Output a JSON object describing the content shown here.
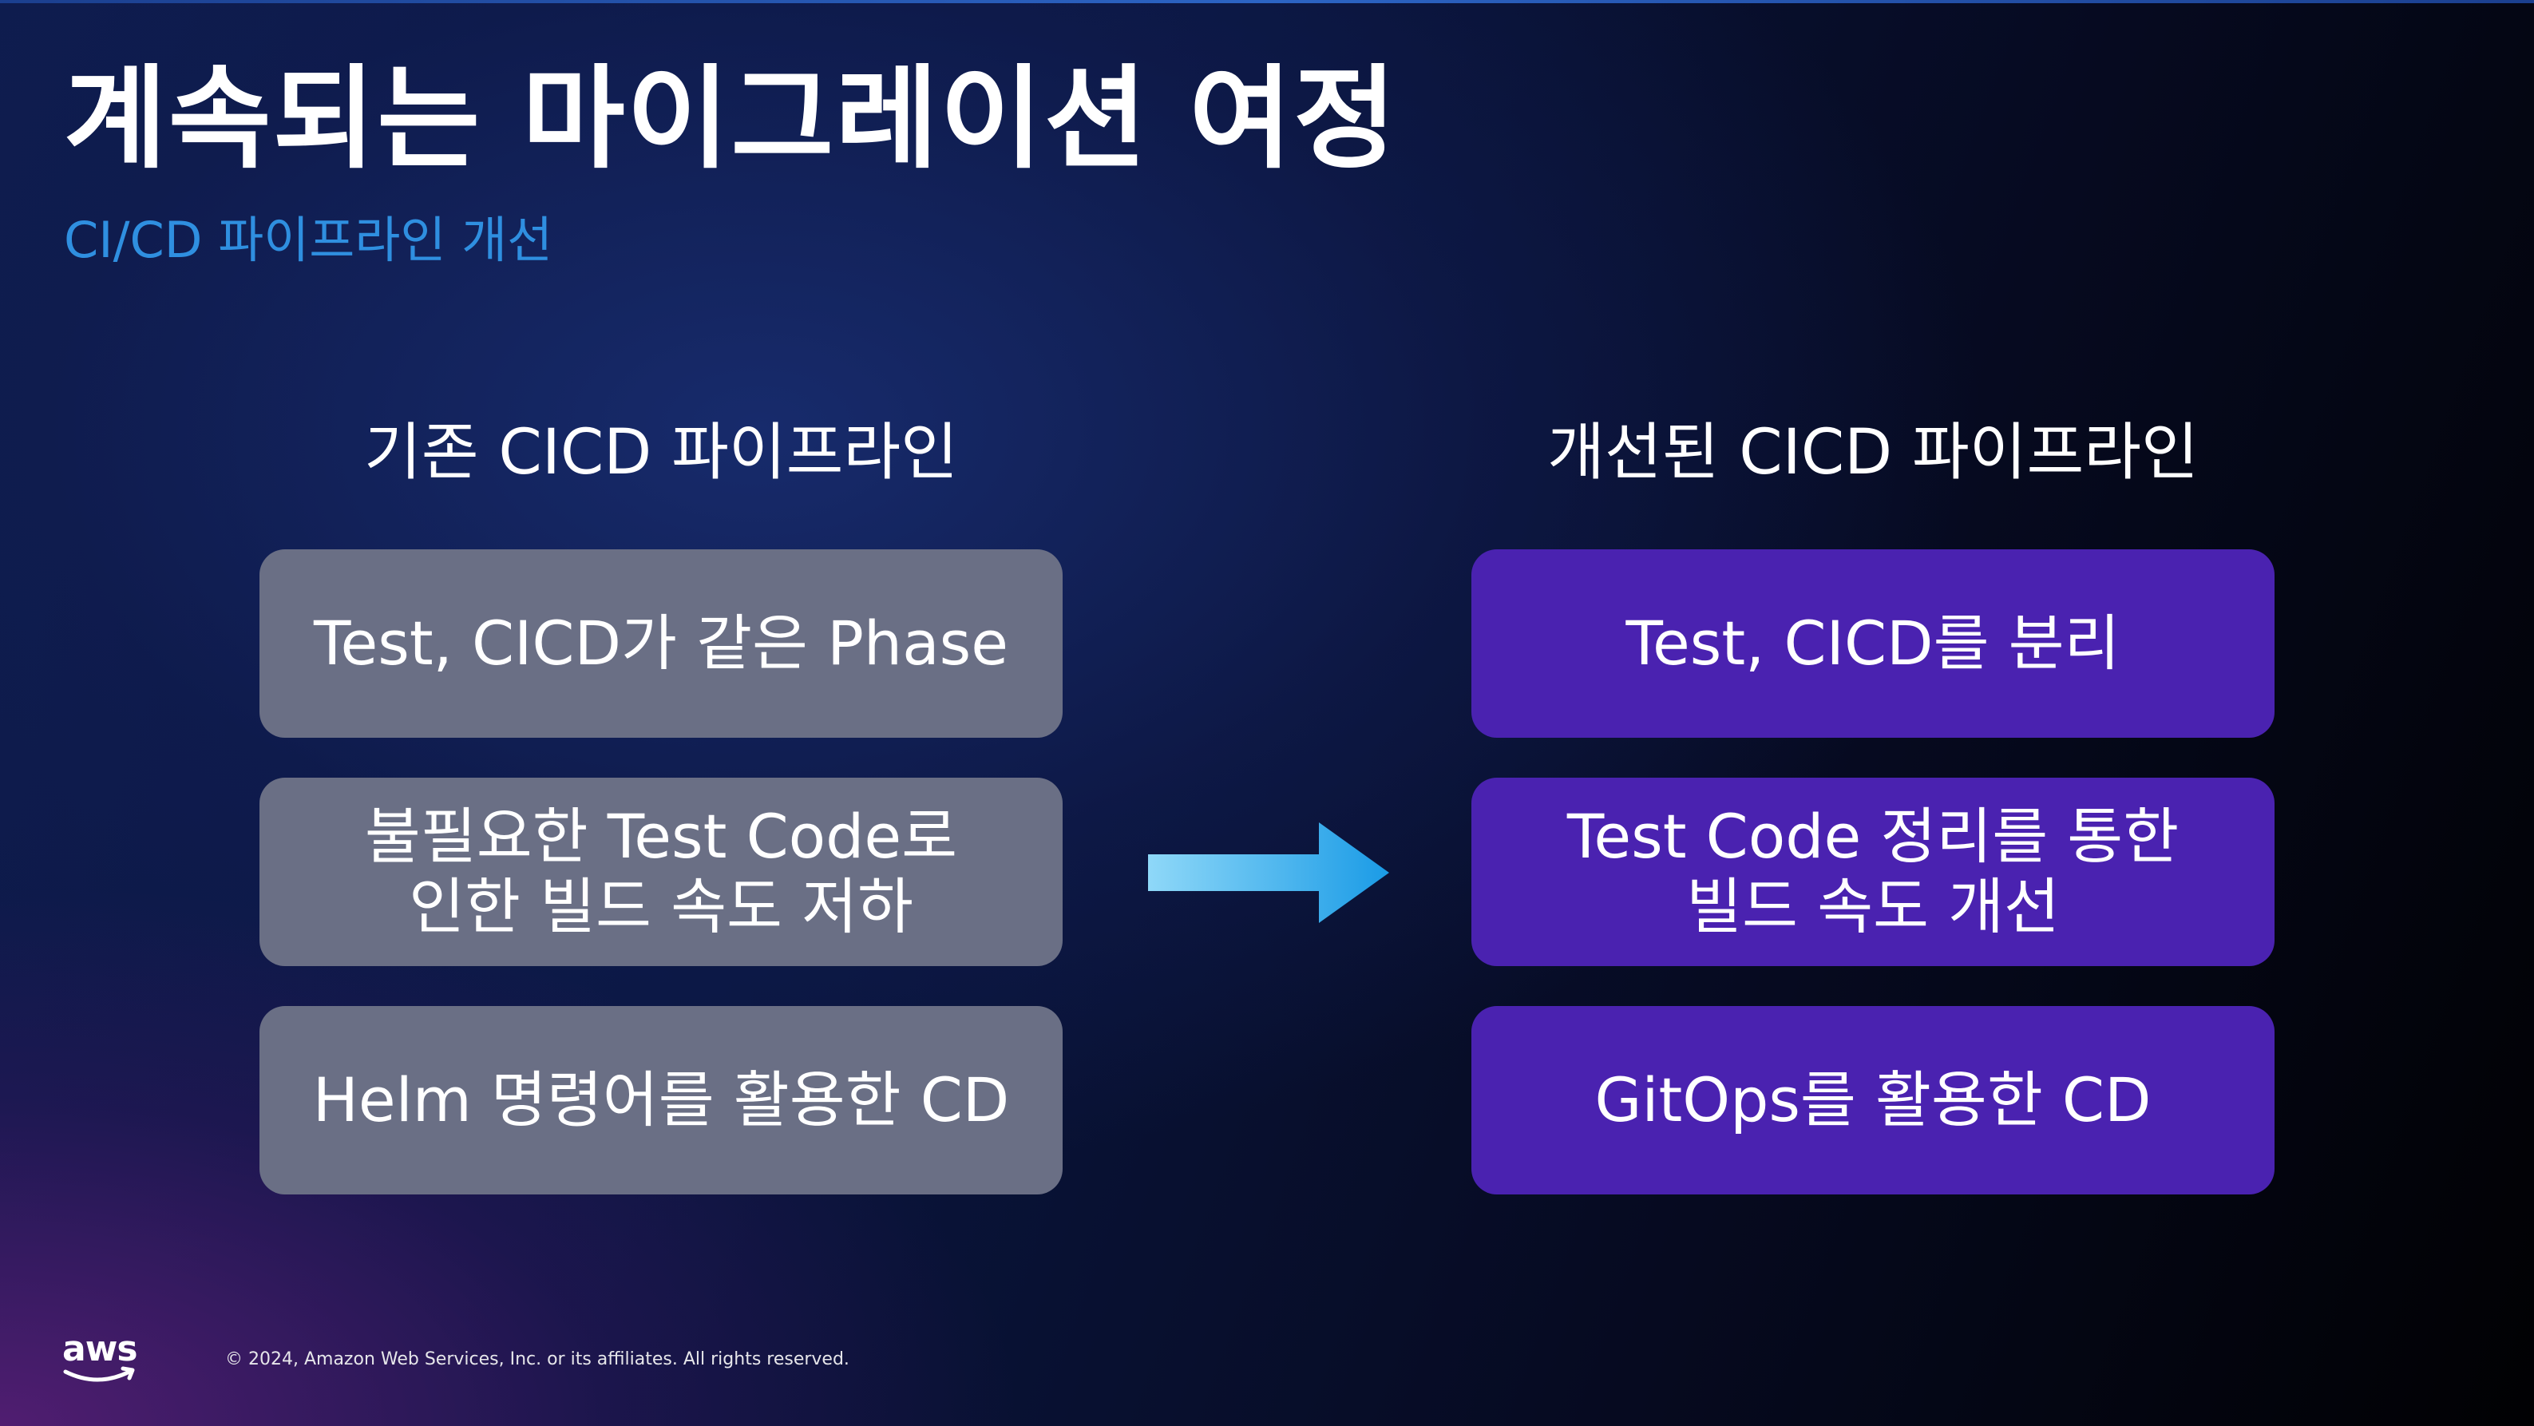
{
  "slide": {
    "title": "계속되는 마이그레이션 여정",
    "subtitle": "CI/CD 파이프라인 개선"
  },
  "left_column": {
    "heading": "기존 CICD 파이프라인",
    "items": [
      "Test, CICD가 같은 Phase",
      "불필요한 Test Code로\n인한 빌드 속도 저하",
      "Helm 명령어를 활용한 CD"
    ]
  },
  "right_column": {
    "heading": "개선된 CICD 파이프라인",
    "items": [
      "Test, CICD를 분리",
      "Test Code 정리를 통한\n빌드 속도 개선",
      "GitOps를 활용한 CD"
    ]
  },
  "footer": {
    "logo_text": "aws",
    "copyright": "© 2024, Amazon Web Services, Inc. or its affiliates. All rights reserved."
  },
  "colors": {
    "subtitle": "#2f8fe0",
    "left_box": "#6a6f85",
    "right_box": "#4a22b0",
    "arrow_start": "#8fd8f8",
    "arrow_end": "#1a9be6"
  },
  "icons": {
    "arrow": "arrow-right-icon",
    "logo": "aws-logo"
  }
}
